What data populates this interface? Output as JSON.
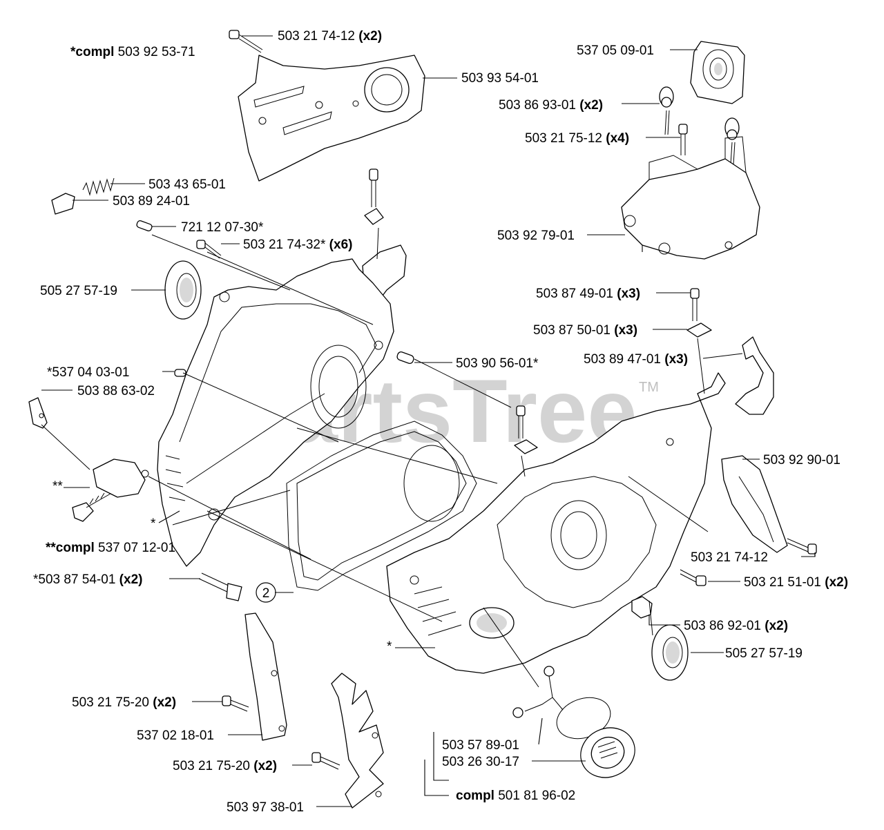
{
  "watermark": {
    "text": "PartsTree",
    "tm": "TM"
  },
  "callout_number": "2",
  "labels": {
    "compl_503925371": {
      "prefix": "*compl",
      "number": "503 92 53-71",
      "qty": ""
    },
    "p503217412": {
      "prefix": "",
      "number": "503 21 74-12",
      "qty": "(x2)"
    },
    "p503935401": {
      "prefix": "",
      "number": "503 93 54-01",
      "qty": ""
    },
    "p537050901": {
      "prefix": "",
      "number": "537 05 09-01",
      "qty": ""
    },
    "p503869301": {
      "prefix": "",
      "number": "503 86 93-01",
      "qty": "(x2)"
    },
    "p503217512": {
      "prefix": "",
      "number": "503 21 75-12",
      "qty": "(x4)"
    },
    "p503436501": {
      "prefix": "",
      "number": "503 43 65-01",
      "qty": ""
    },
    "p503892401": {
      "prefix": "",
      "number": "503 89 24-01",
      "qty": ""
    },
    "p721120730": {
      "prefix": "",
      "number": "721 12 07-30*",
      "qty": ""
    },
    "p503217432": {
      "prefix": "",
      "number": "503 21 74-32*",
      "qty": "(x6)"
    },
    "p503927901": {
      "prefix": "",
      "number": "503 92 79-01",
      "qty": ""
    },
    "p505275719a": {
      "prefix": "",
      "number": "505 27 57-19",
      "qty": ""
    },
    "p503874901": {
      "prefix": "",
      "number": "503 87 49-01",
      "qty": "(x3)"
    },
    "p503875001": {
      "prefix": "",
      "number": "503 87 50-01",
      "qty": "(x3)"
    },
    "p503894701": {
      "prefix": "",
      "number": "503 89 47-01",
      "qty": "(x3)"
    },
    "p537040301": {
      "prefix": "",
      "number": "*537 04 03-01",
      "qty": ""
    },
    "p503905601": {
      "prefix": "",
      "number": "503 90 56-01*",
      "qty": ""
    },
    "p503886302": {
      "prefix": "",
      "number": "503 88 63-02",
      "qty": ""
    },
    "p503929001": {
      "prefix": "",
      "number": "503 92 90-01",
      "qty": ""
    },
    "dstar1": {
      "prefix": "",
      "number": "**",
      "qty": ""
    },
    "star1": {
      "prefix": "",
      "number": "*",
      "qty": ""
    },
    "compl_537071201": {
      "prefix": "**compl",
      "number": "537 07 12-01",
      "qty": ""
    },
    "p503217412b": {
      "prefix": "",
      "number": "503 21 74-12",
      "qty": ""
    },
    "p503875401": {
      "prefix": "",
      "number": "*503 87 54-01",
      "qty": "(x2)"
    },
    "p503215101": {
      "prefix": "",
      "number": "503 21 51-01",
      "qty": "(x2)"
    },
    "p503869201": {
      "prefix": "",
      "number": "503 86 92-01",
      "qty": "(x2)"
    },
    "star2": {
      "prefix": "",
      "number": "*",
      "qty": ""
    },
    "p505275719b": {
      "prefix": "",
      "number": "505 27 57-19",
      "qty": ""
    },
    "p503217520a": {
      "prefix": "",
      "number": "503 21 75-20",
      "qty": "(x2)"
    },
    "p537021801": {
      "prefix": "",
      "number": "537 02 18-01",
      "qty": ""
    },
    "p503578901": {
      "prefix": "",
      "number": "503 57 89-01",
      "qty": ""
    },
    "p503263017": {
      "prefix": "",
      "number": "503 26 30-17",
      "qty": ""
    },
    "p503217520b": {
      "prefix": "",
      "number": "503 21 75-20",
      "qty": "(x2)"
    },
    "compl_501819602": {
      "prefix": "compl",
      "number": "501 81 96-02",
      "qty": ""
    },
    "p503973801": {
      "prefix": "",
      "number": "503 97 38-01",
      "qty": ""
    }
  }
}
